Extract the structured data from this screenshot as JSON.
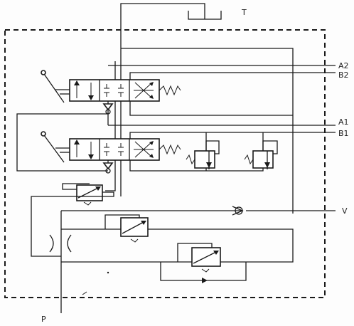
{
  "labels": {
    "t": "T",
    "a2": "A2",
    "b2": "B2",
    "a1": "A1",
    "b1": "B1",
    "v": "V",
    "p": "P"
  },
  "colors": {
    "line": "#1a1a1a",
    "background": "#fdfdfd"
  }
}
